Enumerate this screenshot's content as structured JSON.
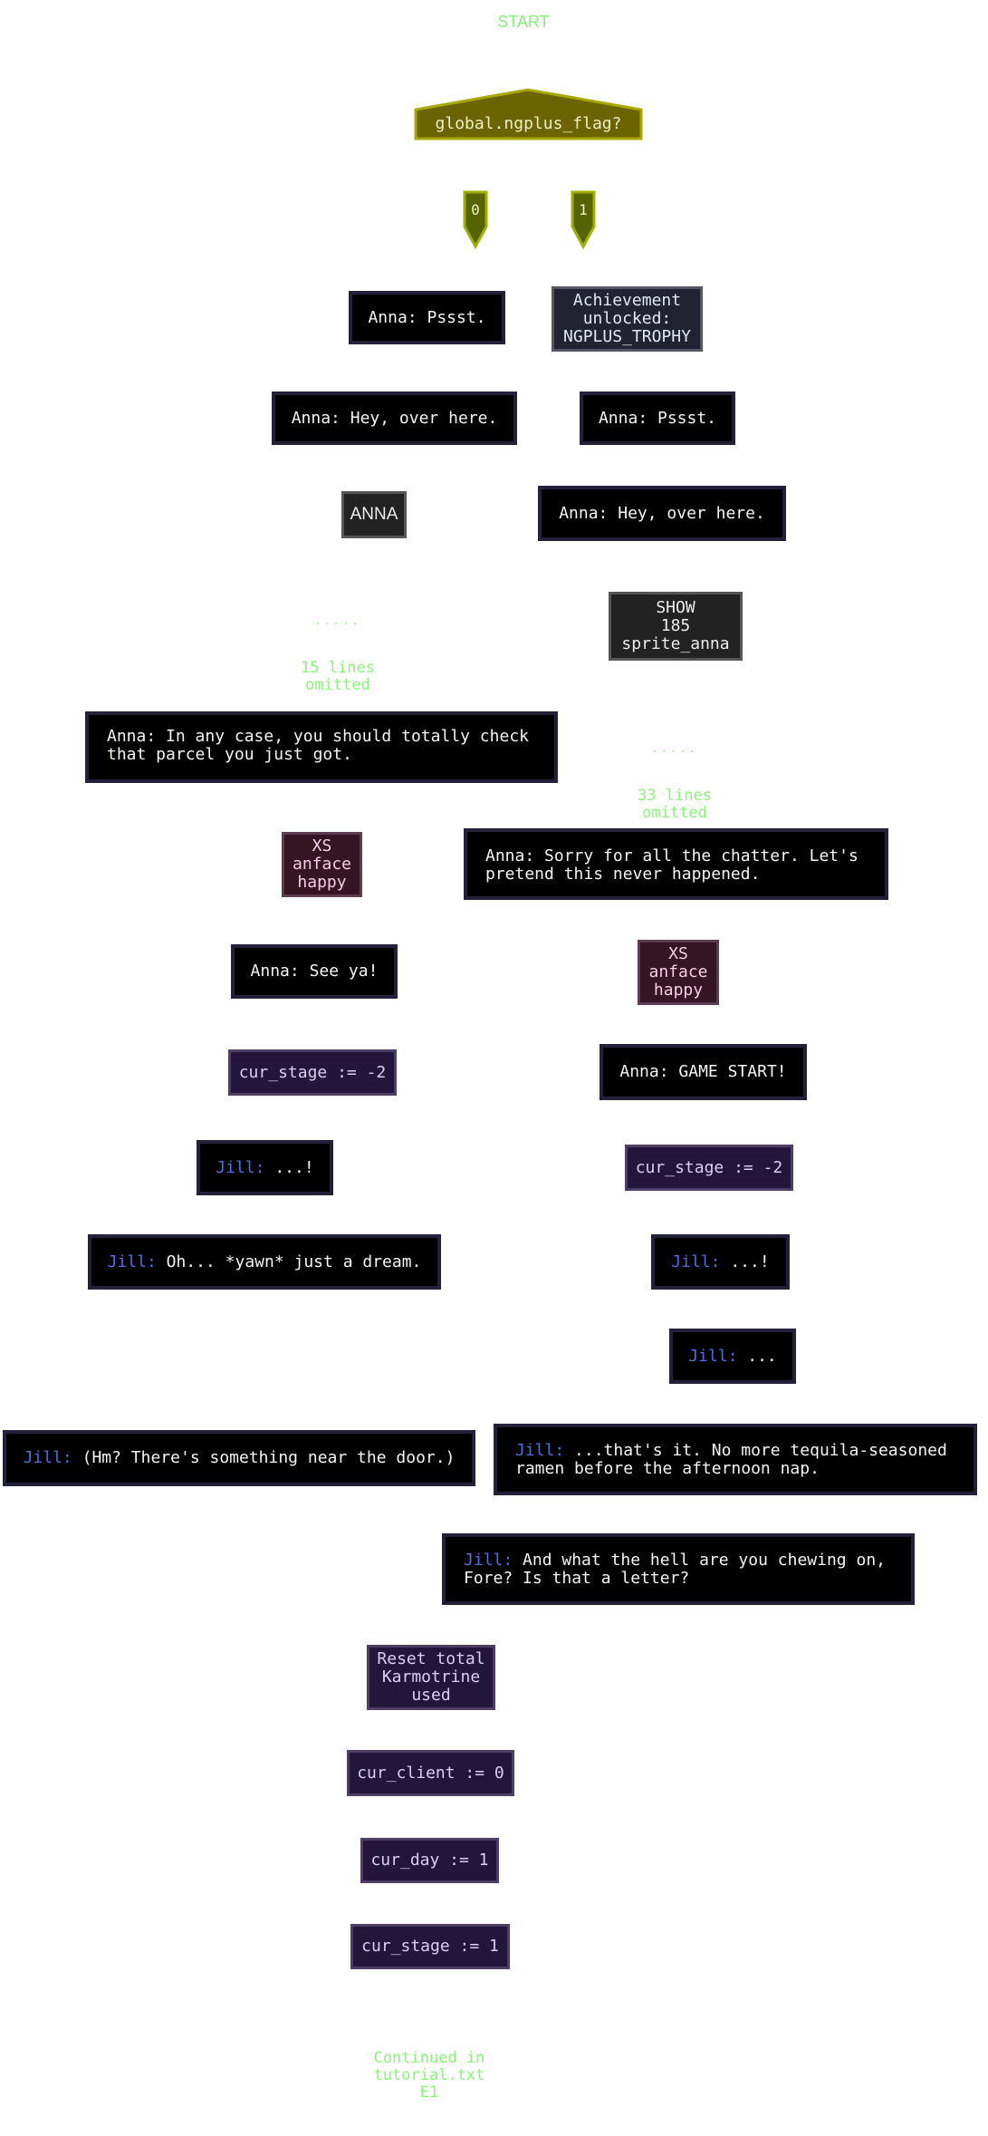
{
  "start_label": "START",
  "decision": {
    "label": "global.ngplus_flag?"
  },
  "branches": [
    {
      "label": "0"
    },
    {
      "label": "1"
    }
  ],
  "colors": {
    "dialog_bg": "#000000",
    "dialog_border": "#23213a",
    "assign_bg": "#22163a",
    "assign_border": "#4e3e66",
    "xs_bg": "#351522",
    "xs_border": "#5c3c4e",
    "decision_fill": "#6b6400",
    "decision_border": "#a8a800",
    "branch_fill": "#566400",
    "branch_border": "#a0b000",
    "jill_name": "#4f6ee0",
    "note_green": "#8cf27a"
  },
  "left_branch": {
    "n1": {
      "speaker": "Anna:",
      "text": " Pssst."
    },
    "n2": {
      "speaker": "Anna:",
      "text": " Hey, over here."
    },
    "n3": {
      "label": "ANNA"
    },
    "omit": {
      "dots": ".....",
      "text": "15 lines\nomitted"
    },
    "n4": {
      "speaker": "Anna:",
      "text": " In any case, you should totally check\nthat parcel you just got."
    },
    "n5": {
      "label": "XS\nanface\nhappy"
    },
    "n6": {
      "speaker": "Anna:",
      "text": " See ya!"
    },
    "n7": {
      "label": "cur_stage := -2"
    },
    "n8": {
      "speaker": "Jill:",
      "text": " ...!"
    },
    "n9": {
      "speaker": "Jill:",
      "text": " Oh... *yawn* just a dream."
    },
    "n10": {
      "speaker": "Jill:",
      "text": " (Hm? There's something near the door.)"
    }
  },
  "right_branch": {
    "n1": {
      "label": "Achievement\nunlocked:\nNGPLUS_TROPHY"
    },
    "n2": {
      "speaker": "Anna:",
      "text": " Pssst."
    },
    "n3": {
      "speaker": "Anna:",
      "text": " Hey, over here."
    },
    "n4": {
      "label": "SHOW\n185\nsprite_anna"
    },
    "omit": {
      "dots": ".....",
      "text": "33 lines\nomitted"
    },
    "n5": {
      "speaker": "Anna:",
      "text": " Sorry for all the chatter. Let's\npretend this never happened."
    },
    "n6": {
      "label": "XS\nanface\nhappy"
    },
    "n7": {
      "speaker": "Anna:",
      "text": " GAME START!"
    },
    "n8": {
      "label": "cur_stage := -2"
    },
    "n9": {
      "speaker": "Jill:",
      "text": " ...!"
    },
    "n10": {
      "speaker": "Jill:",
      "text": " ..."
    },
    "n11": {
      "speaker": "Jill:",
      "text": " ...that's it. No more tequila-seasoned\nramen before the afternoon nap."
    }
  },
  "merged": {
    "n1": {
      "speaker": "Jill:",
      "text": " And what the hell are you chewing on,\nFore? Is that a letter?"
    },
    "n2": {
      "label": "Reset total\nKarmotrine\nused"
    },
    "n3": {
      "label": "cur_client := 0"
    },
    "n4": {
      "label": "cur_day := 1"
    },
    "n5": {
      "label": "cur_stage := 1"
    },
    "end": {
      "text": "Continued in\ntutorial.txt\nE1"
    }
  }
}
